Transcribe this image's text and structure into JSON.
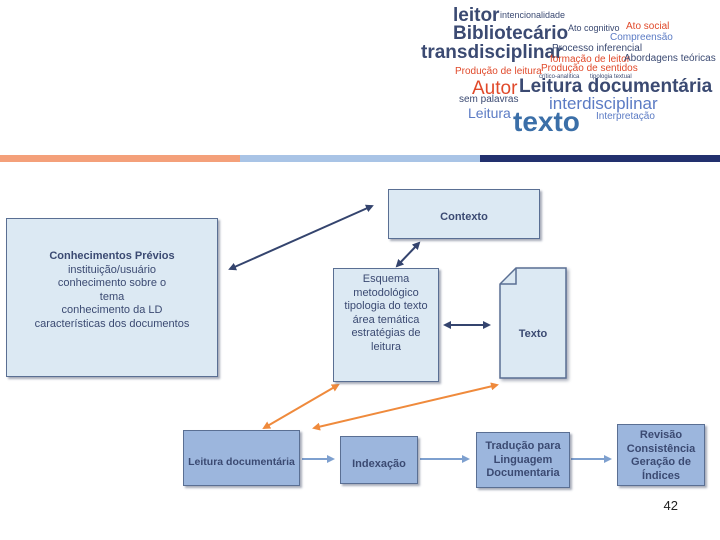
{
  "word_cloud": [
    {
      "text": "leitor",
      "color": "#3b4a72"
    },
    {
      "text": "intencionalidade",
      "color": "#3b4a72"
    },
    {
      "text": "Bibliotecário",
      "color": "#3b4a72"
    },
    {
      "text": "Ato cognitivo",
      "color": "#3b4a72"
    },
    {
      "text": "Ato social",
      "color": "#e0492a"
    },
    {
      "text": "Compreensão",
      "color": "#5b7bc4"
    },
    {
      "text": "transdisciplinar",
      "color": "#3b4a72"
    },
    {
      "text": "Processo inferencial",
      "color": "#3b4a72"
    },
    {
      "text": "formação de leitor",
      "color": "#e0492a"
    },
    {
      "text": "Abordagens teóricas",
      "color": "#3b4a72"
    },
    {
      "text": "Produção de leitura",
      "color": "#e0492a"
    },
    {
      "text": "Produção de sentidos",
      "color": "#e0492a"
    },
    {
      "text": "crítico-analítica",
      "color": "#3b4a72"
    },
    {
      "text": "tipologia textual",
      "color": "#3b4a72"
    },
    {
      "text": "Autor",
      "color": "#e0492a"
    },
    {
      "text": "Leitura documentária",
      "color": "#3b4a72"
    },
    {
      "text": "sem palavras",
      "color": "#3b4a72"
    },
    {
      "text": "interdisciplinar",
      "color": "#5b7bc4"
    },
    {
      "text": "Leitura",
      "color": "#5b7bc4"
    },
    {
      "text": "texto",
      "color": "#3b6fa8"
    },
    {
      "text": "Interpretação",
      "color": "#5b7bc4"
    }
  ],
  "stripe_colors": {
    "orange": "#f4a07a",
    "light_blue": "#a9c4e6",
    "navy": "#22306e"
  },
  "diagram": {
    "contexto": "Contexto",
    "conhecimentos": {
      "title": "Conhecimentos Prévios",
      "lines": [
        "instituição/usuário",
        "conhecimento sobre o",
        "tema",
        "conhecimento da LD",
        "características dos documentos"
      ]
    },
    "esquema": {
      "lines": [
        "Esquema",
        "metodológico",
        "tipologia do texto",
        "área temática",
        "estratégias de",
        "leitura"
      ]
    },
    "texto": "Texto",
    "leitura_documentaria": "Leitura documentária",
    "indexacao": "Indexação",
    "traducao": {
      "lines": [
        "Tradução para",
        "Linguagem",
        "Documentaria"
      ]
    },
    "revisao": {
      "lines": [
        "Revisão",
        "Consistência",
        "Geração de",
        "Índices"
      ]
    }
  },
  "colors": {
    "arrow_dark": "#34446e",
    "arrow_orange": "#ef8a3c",
    "arrow_blue": "#7ea0cf",
    "box_light": "#dce9f3",
    "box_mid": "#9cb6dd"
  },
  "page_number": "42"
}
